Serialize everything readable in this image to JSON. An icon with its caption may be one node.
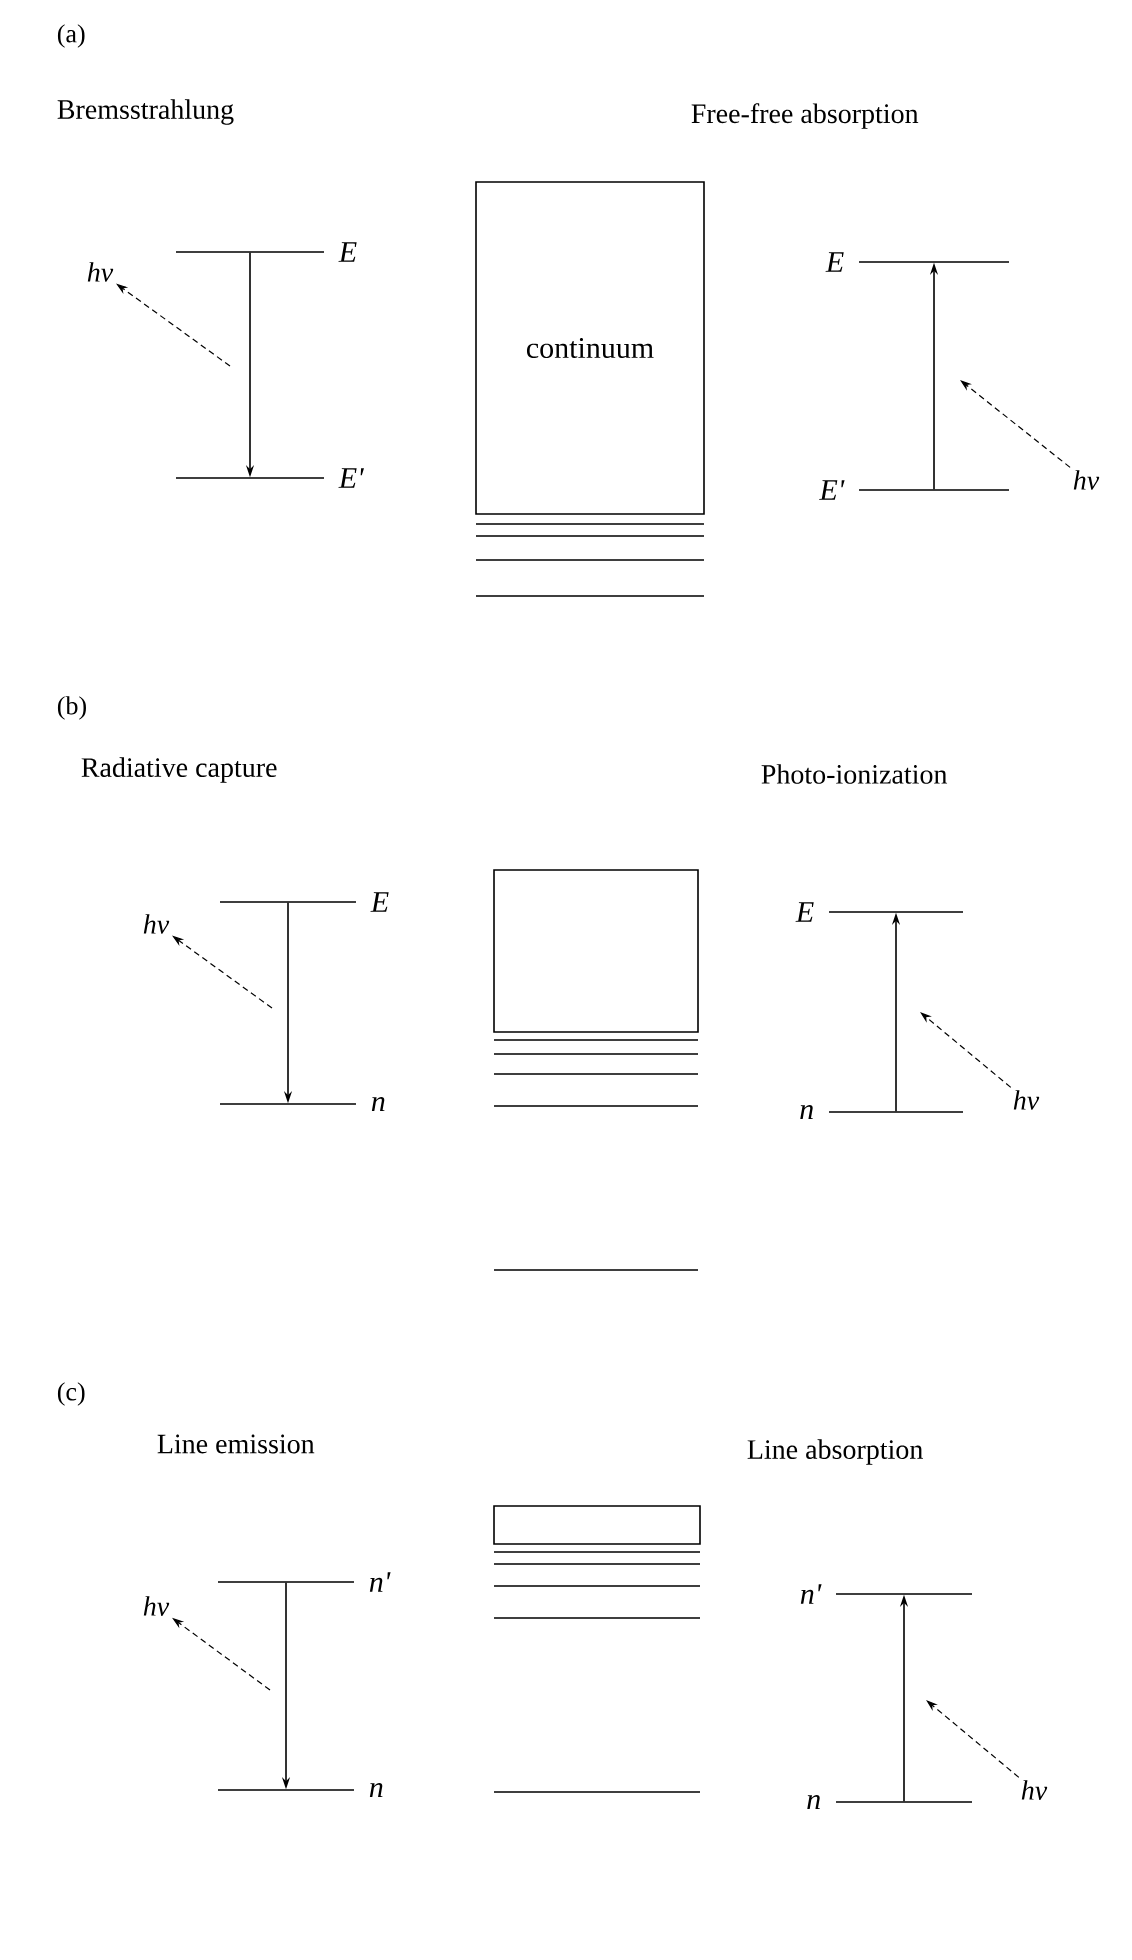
{
  "diagram": {
    "nodes": [
      {
        "text": [],
        "shape": "bar",
        "beside": [
          "E"
        ]
      },
      {
        "text": [],
        "shape": "bar",
        "beside": [
          "E'"
        ]
      },
      {
        "text": [
          "hν"
        ]
      },
      {
        "text": [
          "continuum"
        ]
      },
      {
        "text": [],
        "shape": "bar",
        "beside": [
          "E"
        ]
      },
      {
        "text": [],
        "shape": "bar",
        "beside": [
          "E'"
        ]
      },
      {
        "text": [
          "hν"
        ]
      },
      {
        "text": [],
        "shape": "bar",
        "beside": [
          "E"
        ]
      },
      {
        "text": [],
        "shape": "bar",
        "beside": [
          "n"
        ]
      },
      {
        "text": [
          "hν"
        ]
      },
      {
        "text": [],
        "shape": "box"
      },
      {
        "text": [],
        "shape": "bar",
        "beside": [
          "E"
        ]
      },
      {
        "text": [],
        "shape": "bar",
        "beside": [
          "n"
        ]
      },
      {
        "text": [
          "hν"
        ]
      },
      {
        "text": [],
        "shape": "bar",
        "beside": [
          "n'"
        ]
      },
      {
        "text": [],
        "shape": "bar",
        "beside": [
          "n"
        ]
      },
      {
        "text": [
          "hν"
        ]
      },
      {
        "text": [],
        "shape": "box"
      },
      {
        "text": [],
        "shape": "bar",
        "beside": [
          "n'"
        ]
      },
      {
        "text": [],
        "shape": "bar",
        "beside": [
          "n"
        ]
      },
      {
        "text": [
          "hν"
        ]
      }
    ],
    "edges": [
      {
        "from": 0,
        "to": 1,
        "arrow": "to"
      },
      {
        "from": null,
        "to": 2,
        "arrow": "to",
        "style": "dashed"
      },
      {
        "from": 5,
        "to": 4,
        "arrow": "to"
      },
      {
        "from": 6,
        "to": null,
        "arrow": "to",
        "style": "dashed"
      },
      {
        "from": 7,
        "to": 8,
        "arrow": "to"
      },
      {
        "from": null,
        "to": 9,
        "arrow": "to",
        "style": "dashed"
      },
      {
        "from": 12,
        "to": 11,
        "arrow": "to"
      },
      {
        "from": 13,
        "to": null,
        "arrow": "to",
        "style": "dashed"
      },
      {
        "from": 14,
        "to": 15,
        "arrow": "to"
      },
      {
        "from": null,
        "to": 16,
        "arrow": "to",
        "style": "dashed"
      },
      {
        "from": 19,
        "to": 18,
        "arrow": "to"
      },
      {
        "from": 20,
        "to": null,
        "arrow": "to",
        "style": "dashed"
      }
    ],
    "labels": [
      "(a)",
      "Bremsstrahlung",
      "Free-free absorption",
      "(b)",
      "Radiative capture",
      "Photo-ionization",
      "(c)",
      "Line emission",
      "Line absorption"
    ]
  }
}
